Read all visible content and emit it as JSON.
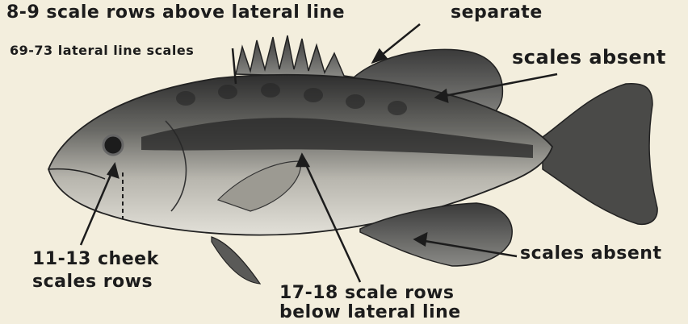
{
  "labels": {
    "above_lateral": "8-9 scale rows above lateral line",
    "separate": "separate",
    "lateral_line_scales": "69-73 lateral line scales",
    "scales_absent_dorsal": "scales absent",
    "scales_absent_anal": "scales absent",
    "cheek_line1": "11-13 cheek",
    "cheek_line2": "scales rows",
    "below_line1": "17-18 scale rows",
    "below_line2": "below lateral line"
  },
  "colors": {
    "paper": "#f3eedd",
    "ink": "#1c1c1c",
    "body_dark": "#3a3a3a",
    "body_light": "#d6d4cc"
  }
}
